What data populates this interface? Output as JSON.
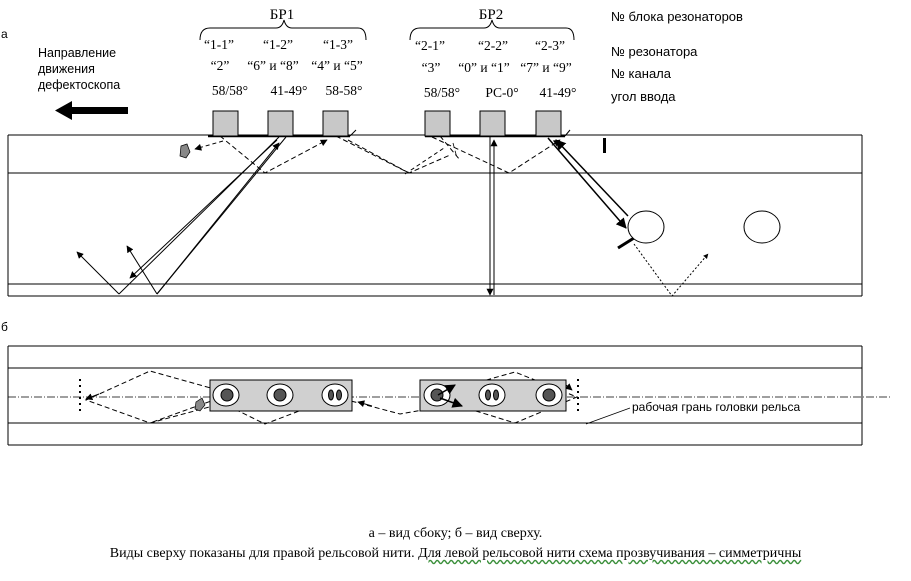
{
  "labels": {
    "side_view_letter": "а",
    "top_view_letter": "б",
    "direction": [
      "Направление",
      "движения",
      "дефектоскопа"
    ],
    "block1": "БР1",
    "block2": "БР2",
    "legend": {
      "block_no": "№ блока резонаторов",
      "resonator_no": "№ резонатора",
      "channel_no": "№ канала",
      "angle": "угол ввода"
    },
    "resonators": [
      "“1-1”",
      "“1-2”",
      "“1-3”",
      "“2-1”",
      "“2-2”",
      "“2-3”"
    ],
    "channels": [
      "“2”",
      "“6” и “8”",
      "“4” и “5”",
      "“3”",
      "“0” и “1”",
      "“7” и “9”"
    ],
    "angles": [
      "58/58°",
      "41-49°",
      "58-58°",
      "58/58°",
      "РС-0°",
      "41-49°"
    ],
    "working_face": "рабочая грань головки рельса"
  },
  "caption": {
    "line1": "а – вид сбоку; б – вид сверху.",
    "line2_pre": "Виды сверху показаны для правой рельсовой нити. ",
    "line2_post": "Для левой рельсовой нити схема прозвучивания – симметричны"
  }
}
